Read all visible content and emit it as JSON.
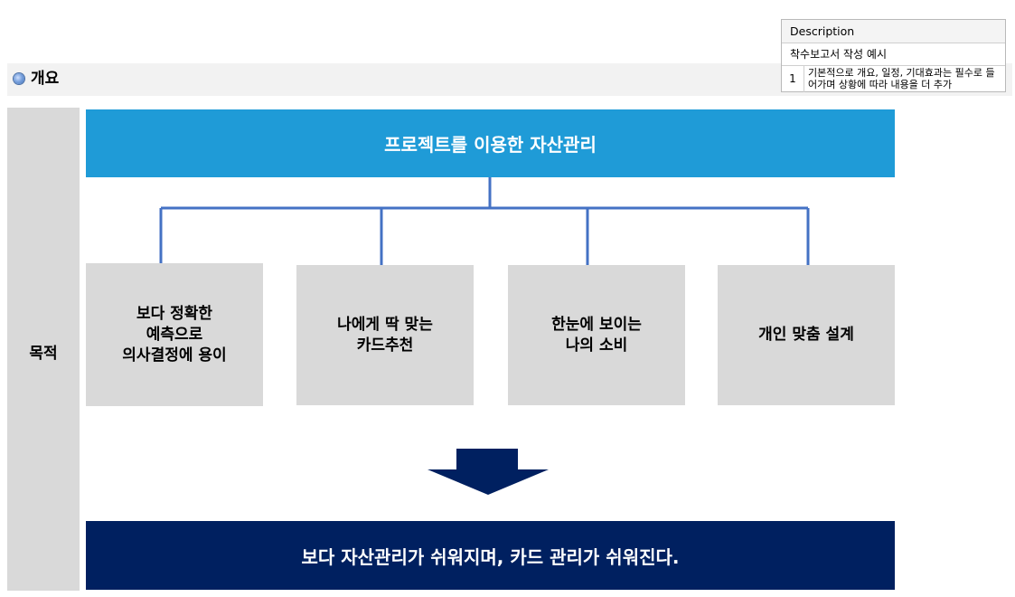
{
  "section": {
    "title": "개요",
    "icon": "bullet-circle-icon"
  },
  "description_panel": {
    "header": "Description",
    "subtitle": "착수보고서 작성 예시",
    "rows": [
      {
        "number": "1",
        "text": "기본적으로 개요, 일정, 기대효과는 필수로 들어가며 상황에 따라 내용을 더 추가"
      }
    ]
  },
  "diagram": {
    "side_label": "목적",
    "top_node": "프로젝트를 이용한 자산관리",
    "children": [
      "보다 정확한\n예측으로\n의사결정에 용이",
      "나에게 딱 맞는\n카드추천",
      "한눈에 보이는\n나의 소비",
      "개인 맞춤 설계"
    ],
    "result": "보다 자산관리가 쉬워지며, 카드 관리가 쉬워진다.",
    "colors": {
      "top_node": "#1f9bd7",
      "connector": "#4472c4",
      "child_node": "#d9d9d9",
      "arrow": "#002060",
      "result_node": "#002060",
      "side_column": "#d9d9d9"
    }
  }
}
